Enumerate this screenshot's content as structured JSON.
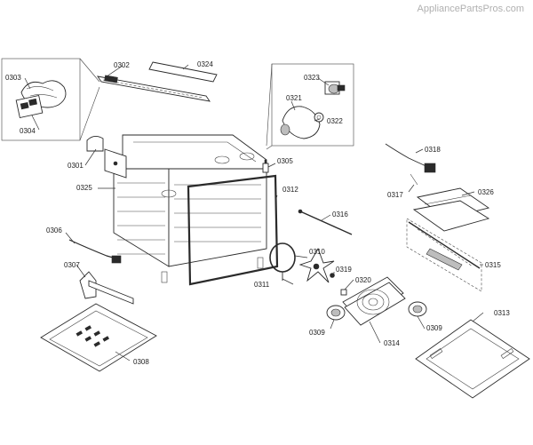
{
  "watermark": "AppliancePartsPros.com",
  "parts": {
    "p0301": "0301",
    "p0302": "0302",
    "p0303": "0303",
    "p0304": "0304",
    "p0305": "0305",
    "p0306": "0306",
    "p0307": "0307",
    "p0308": "0308",
    "p0309a": "0309",
    "p0309b": "0309",
    "p0310": "0310",
    "p0311": "0311",
    "p0312": "0312",
    "p0313": "0313",
    "p0314": "0314",
    "p0315": "0315",
    "p0316": "0316",
    "p0317": "0317",
    "p0318": "0318",
    "p0319": "0319",
    "p0320": "0320",
    "p0321": "0321",
    "p0322": "0322",
    "p0323": "0323",
    "p0324": "0324",
    "p0325": "0325",
    "p0326": "0326"
  }
}
